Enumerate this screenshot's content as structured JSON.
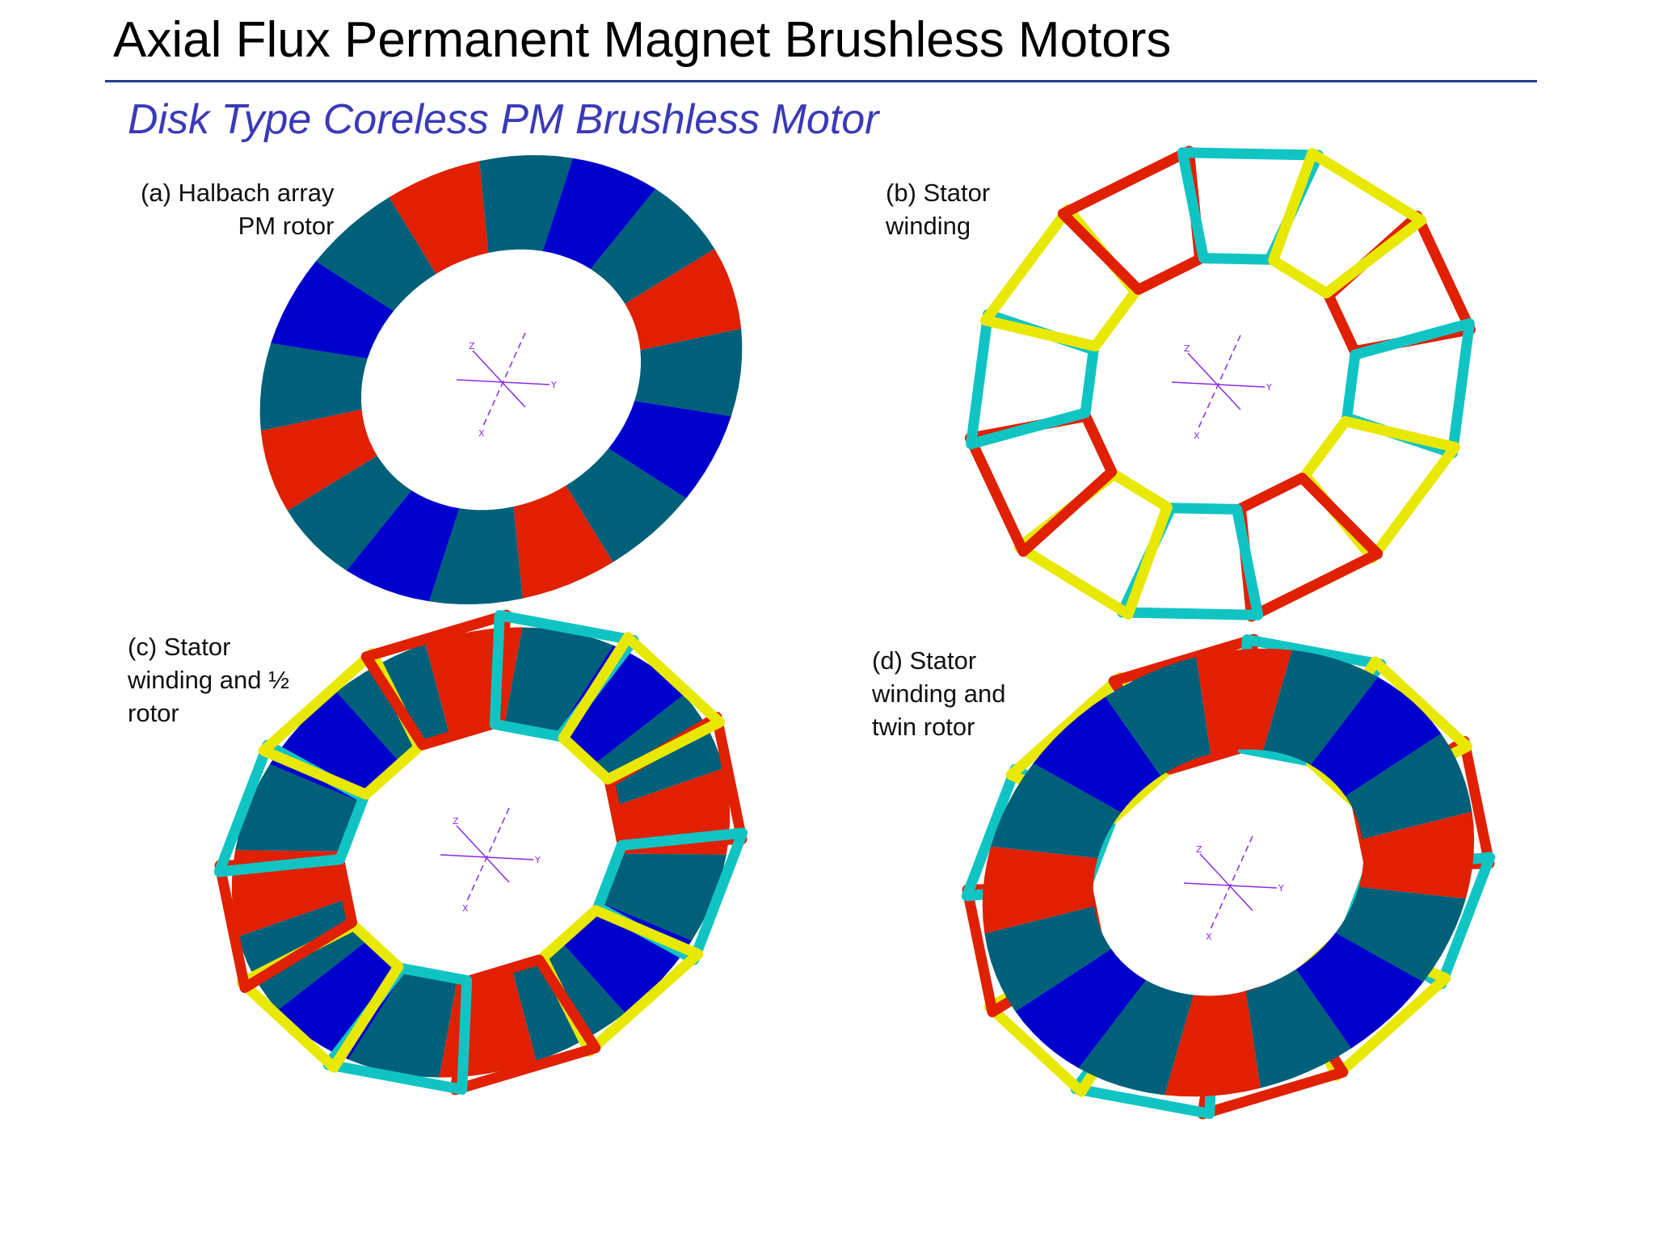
{
  "slide": {
    "title": "Axial Flux Permanent Magnet Brushless Motors",
    "subtitle": "Disk Type Coreless PM Brushless Motor"
  },
  "panels": [
    {
      "id": "a",
      "label": "(a) Halbach array\n          PM rotor"
    },
    {
      "id": "b",
      "label": "(b) Stator\nwinding"
    },
    {
      "id": "c",
      "label": "(c) Stator\nwinding and ½\nrotor"
    },
    {
      "id": "d",
      "label": "(d) Stator\nwinding and\ntwin rotor"
    }
  ],
  "axes_labels": {
    "x": "X",
    "y": "Y",
    "z": "Z"
  },
  "colors": {
    "title_rule": "#1f3f8f",
    "subtitle": "#3a3ab8",
    "magnet_red": "#e02000",
    "magnet_blue": "#0000cc",
    "magnet_teal": "#00607a",
    "coil_red": "#e02000",
    "coil_cyan": "#11c4c4",
    "coil_yellow": "#e8e800",
    "axis_lines": "#8a2be2"
  }
}
